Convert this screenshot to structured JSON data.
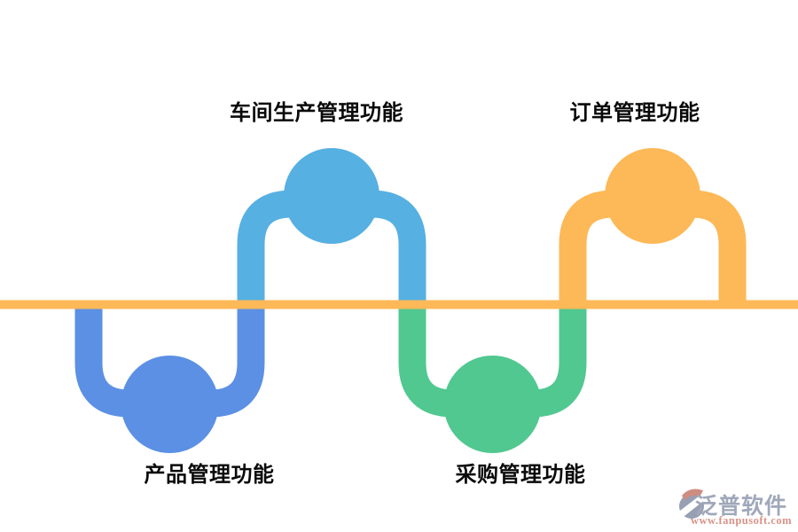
{
  "diagram": {
    "baseline": {
      "color": "#FDB857"
    },
    "nodes": [
      {
        "label": "车间生产管理功能",
        "color": "#56B0E2",
        "position": "top"
      },
      {
        "label": "订单管理功能",
        "color": "#FDB857",
        "position": "top"
      },
      {
        "label": "产品管理功能",
        "color": "#5B90E4",
        "position": "bottom"
      },
      {
        "label": "采购管理功能",
        "color": "#50C890",
        "position": "bottom"
      }
    ]
  },
  "watermark": {
    "brand": "泛普软件",
    "url": "www.fanpusoft.com",
    "brand_color": "#99A1B5",
    "url_color": "#D6897E",
    "icon_main_color": "#8F97AC",
    "icon_accent_color": "#CC8377"
  }
}
